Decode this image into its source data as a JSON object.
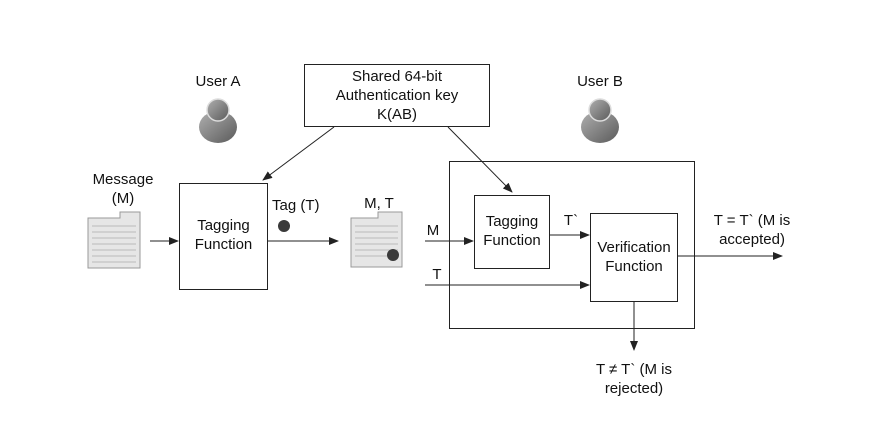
{
  "key_box": {
    "line1": "Shared 64-bit",
    "line2": "Authentication key",
    "line3": "K(AB)"
  },
  "user_a": "User A",
  "user_b": "User B",
  "message": {
    "line1": "Message",
    "line2": "(M)"
  },
  "tagging_a": {
    "line1": "Tagging",
    "line2": "Function"
  },
  "tag_label": "Tag (T)",
  "mt_label": "M, T",
  "m_label": "M",
  "t_label": "T",
  "tagging_b": {
    "line1": "Tagging",
    "line2": "Function"
  },
  "t_prime_label": "T`",
  "verification": {
    "line1": "Verification",
    "line2": "Function"
  },
  "accepted": {
    "line1": "T = T` (M is",
    "line2": "accepted)"
  },
  "rejected": {
    "line1": "T ≠ T` (M is",
    "line2": "rejected)"
  },
  "colors": {
    "line": "#222222",
    "user_icon": "#8a8a8a",
    "user_icon_dark": "#5a5a5a",
    "doc_fill": "#e6e6e6",
    "doc_lines": "#b8b8b8",
    "tag_dot": "#3a3a3a"
  }
}
